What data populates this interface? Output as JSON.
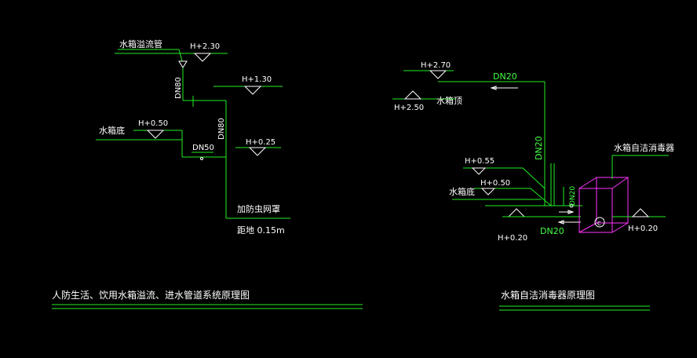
{
  "left": {
    "overflow_pipe": "水箱溢流管",
    "h230": "H+2.30",
    "h130": "H+1.30",
    "dn80_a": "DN80",
    "dn80_b": "DN80",
    "tank_bottom": "水箱底",
    "h050": "H+0.50",
    "dn50": "DN50",
    "h025": "H+0.25",
    "insect_cover": "加防虫网罩",
    "ground_dist": "距地 0.15m",
    "title": "人防生活、饮用水箱溢流、进水管道系统原理图"
  },
  "right": {
    "h270": "H+2.70",
    "h250": "H+2.50",
    "tank_top": "水箱顶",
    "dn20_top": "DN20",
    "dn20_vert": "DN20",
    "sterilizer": "水箱自洁消毒器",
    "h055": "H+0.55",
    "h050": "H+0.50",
    "tank_bottom": "水箱底",
    "dn20_small": "DN20",
    "dn20_bottom": "DN20",
    "h020_left": "H+0.20",
    "h020_right": "H+0.20",
    "device_mark": "C",
    "title": "水箱自洁消毒器原理图"
  }
}
